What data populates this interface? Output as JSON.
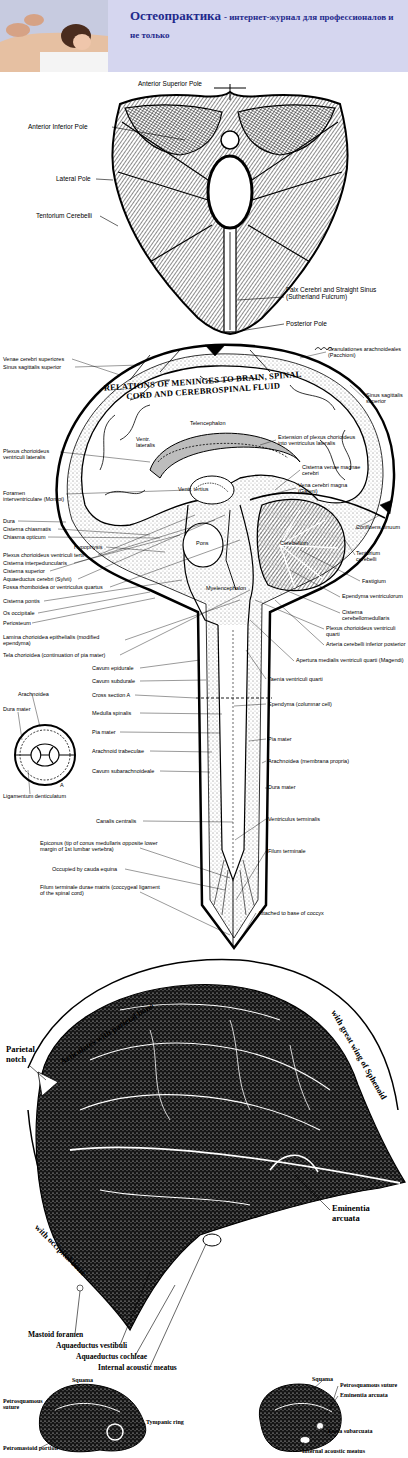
{
  "diagram": {
    "nodes": [
      {
        "text": [
          "Остеопрактика",
          "- интернет-журнал для профессионалов и не только"
        ]
      }
    ],
    "labels": [
      "Anterior Superior Pole",
      "Anterior Inferior Pole",
      "Lateral Pole",
      "Tentorium Cerebelli",
      "Falx Cerebri and Straight Sinus (Sutherland Fulcrum)",
      "Posterior Pole",
      "RELATIONS OF MENINGES TO BRAIN, SPINAL CORD AND CEREBROSPINAL FLUID",
      "Venae cerebri superiores",
      "Sinus sagittalis superior",
      "Plexus chorioideus ventriculi lateralis",
      "Foramen interventriculare (Monroi)",
      "Dura",
      "Cisterna chiasmatis",
      "Chiasma opticum",
      "Hypophysis",
      "Plexus chorioideus ventriculi tertii",
      "Cisterna interpeduncularis",
      "Cisterna superior",
      "Aquaeductus cerebri (Sylvii)",
      "Fossa rhomboidea or ventriculus quartus",
      "Cisterna pontis",
      "Os occipitale",
      "Periosteum",
      "Lamina chorioidea epithelialis (modified ependyma)",
      "Tela chorioidea (continuation of pia mater)",
      "Cavum epidurale",
      "Cavum subdurale",
      "Arachnoidea",
      "Cross section A",
      "Dura mater",
      "Medulla spinalis",
      "Pia mater",
      "Arachnoid trabeculae",
      "Cavum subarachnoideale",
      "A",
      "Ligamentum denticulatum",
      "Canalis centralis",
      "Epiconus (tip of conus medullaris opposite lower margin of 1st lumbar vertebra)",
      "Occupied by cauda equina",
      "Filum terminale durae matris (coccygeal ligament of the spinal cord)",
      "Telencephalon",
      "Ventr. lateralis",
      "Ventr. tertius",
      "Pons",
      "Cerebellum",
      "Myelencephalon",
      "Granulationes arachnoideales (Pacchioni)",
      "Sinus sagittalis superior",
      "Extension of plexus chorioideus into ventriculus lateralis",
      "Cisterna venae magnae cerebri",
      "Vena cerebri magna (Galeni)",
      "Confluens sinuum",
      "Tentorium cerebelli",
      "Fastigium",
      "Ependyma ventriculorum",
      "Cisterna cerebellomedullaris",
      "Plexus chorioideus ventriculi quarti",
      "Arteria cerebelli inferior posterior",
      "Apertura medialis ventriculi quarti (Magendi)",
      "Taenia ventriculi quarti",
      "Ependyma (columnar cell)",
      "Pia mater",
      "Arachnoidea (membrana propria)",
      "Dura mater",
      "Ventriculus terminalis",
      "Filum terminale",
      "Attached to base of coccyx",
      "Articulates with parietal bone",
      "Parietal notch",
      "with great wing of Sphenoid",
      "Eminentia arcuata",
      "with occipital bone",
      "Mastoid foramen",
      "Aquaeductus vestibuli",
      "Aquaeductus cochleae",
      "Internal acoustic meatus",
      "Squama",
      "Petrosquamous suture",
      "Tympanic ring",
      "Petromastoid portion",
      "Squama",
      "Petrosquamous suture",
      "Eminentia arcuata",
      "Fossa subarcuata",
      "Internal acoustic meatus"
    ]
  }
}
